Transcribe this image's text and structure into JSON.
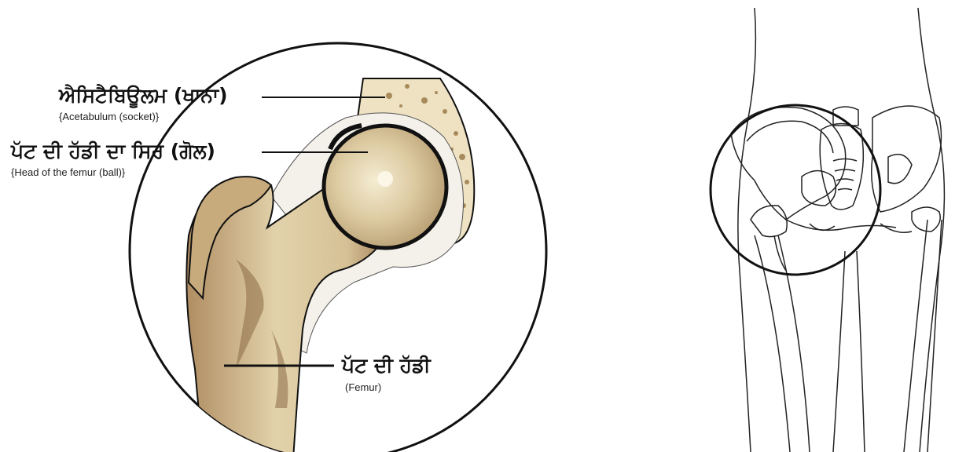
{
  "labels": {
    "acetabulum": {
      "punjabi": "ਐਸਿਟੈਬਿਊਲਮ (ਖਾਨਾ)",
      "english": "{Acetabulum (socket)}"
    },
    "femoral_head": {
      "punjabi": "ਪੱਟ ਦੀ ਹੱਡੀ ਦਾ ਸਿਰ (ਗੋਲ)",
      "english": "{Head of the femur (ball)}"
    },
    "femur": {
      "punjabi": "ਪੱਟ ਦੀ ਹੱਡੀ",
      "english": "(Femur)"
    }
  },
  "colors": {
    "bone_light": "#e6d8b4",
    "bone_mid": "#c7ab7c",
    "bone_dark": "#8a6a45",
    "socket": "#eee2c2",
    "outline": "#111111"
  }
}
